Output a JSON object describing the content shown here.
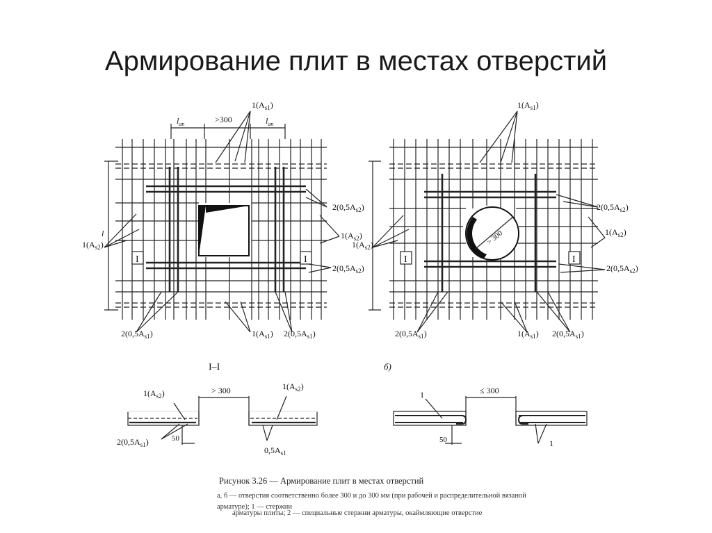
{
  "slide": {
    "title": "Армирование плит в местах отверстий"
  },
  "figure": {
    "left_plan": {
      "label_As1_top": "1(A",
      "label_As1_top_sub": "s1",
      "label_lan_left": "l",
      "label_lan_left_sub": "an",
      "label_gt300": ">300",
      "label_lan_right": "l",
      "label_lan_right_sub": "an",
      "label_l": "l",
      "label_As2_left": "1(A",
      "label_As2_left_sub": "s2",
      "label_half_As2_top": "2(0,5A",
      "label_half_As2_top_sub": "s2",
      "label_As2_right": "1(A",
      "label_As2_right_sub": "s2",
      "label_half_As2_bottom": "2(0,5A",
      "label_half_As2_bottom_sub": "s2",
      "label_section_left": "I",
      "label_section_right": "I",
      "label_half_As1_bl": "2(0,5A",
      "label_half_As1_bl_sub": "s1",
      "label_As1_bottom": "1(A",
      "label_As1_bottom_sub": "s1",
      "label_half_As1_br": "2(0,5A",
      "label_half_As1_br_sub": "s1"
    },
    "right_plan": {
      "label_As1_top": "1(A",
      "label_As1_top_sub": "s1",
      "label_gt300": "> 300",
      "label_half_As2_top": "2(0,5A",
      "label_half_As2_top_sub": "s2",
      "label_As2_right": "1(A",
      "label_As2_right_sub": "s2",
      "label_As2_left": "1(A",
      "label_As2_left_sub": "s2",
      "label_half_As2_bottom": "2(0,5A",
      "label_half_As2_bottom_sub": "s2",
      "label_section_left": "I",
      "label_section_right": "I",
      "label_half_As1_bl": "2(0,5A",
      "label_half_As1_bl_sub": "s1",
      "label_As1_bottom": "1(A",
      "label_As1_bottom_sub": "s1",
      "label_half_As1_br": "2(0,5A",
      "label_half_As1_br_sub": "s1"
    },
    "section_left": {
      "title": "I–I",
      "label_As2_l": "1(A",
      "label_As2_l_sub": "s2",
      "label_gt300": "> 300",
      "label_As2_r": "1(A",
      "label_As2_r_sub": "s2",
      "label_half_As1": "2(0,5A",
      "label_half_As1_sub": "s1",
      "label_50": "50",
      "label_05As1": "0,5A",
      "label_05As1_sub": "s1"
    },
    "section_right": {
      "title": "б)",
      "label_1_top": "1",
      "label_le300": "≤ 300",
      "label_50": "50",
      "label_1_bottom": "1"
    },
    "caption_title": "Рисунок 3.26 — Армирование плит в местах отверстий",
    "caption_line1": "а, б — отверстия соответственно более 300 и до 300 мм (при рабочей и распределительной вязаной арматуре); 1 — стержни",
    "caption_line2": "арматуры плиты; 2 — специальные стержни арматуры, окаймляющие отверстие"
  }
}
